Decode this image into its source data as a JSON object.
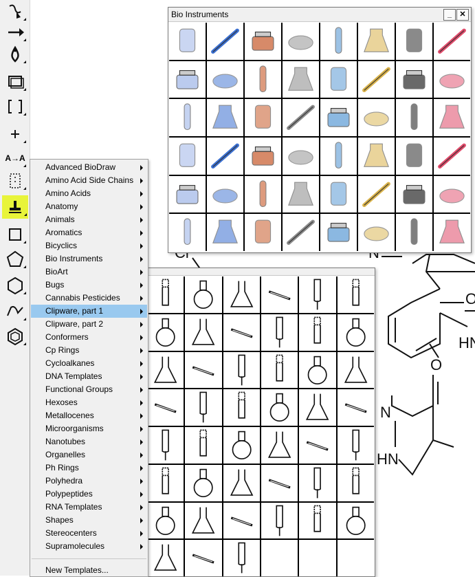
{
  "toolbar": {
    "tools": [
      {
        "name": "lasso-pen-icon",
        "glyph": "pen"
      },
      {
        "name": "arrow-icon",
        "glyph": "arrow"
      },
      {
        "name": "lone-pair-icon",
        "glyph": "drop"
      },
      {
        "name": "rectangle-icon",
        "glyph": "rect"
      },
      {
        "name": "brackets-icon",
        "glyph": "brackets"
      },
      {
        "name": "plus-icon",
        "glyph": "plus"
      },
      {
        "name": "text-tool-icon",
        "glyph": "text",
        "text": "A→A"
      },
      {
        "name": "dotted-rect-icon",
        "glyph": "dotted"
      },
      {
        "name": "template-stamp-icon",
        "glyph": "stamp"
      },
      {
        "name": "square-ring-icon",
        "glyph": "square"
      },
      {
        "name": "pentagon-ring-icon",
        "glyph": "pentagon"
      },
      {
        "name": "hexagon-ring-icon",
        "glyph": "hexagon"
      },
      {
        "name": "curve-icon",
        "glyph": "curve"
      },
      {
        "name": "benzene-icon",
        "glyph": "benzene"
      }
    ],
    "active_index": 8
  },
  "menu": {
    "items": [
      "Advanced BioDraw",
      "Amino Acid Side Chains",
      "Amino Acids",
      "Anatomy",
      "Animals",
      "Aromatics",
      "Bicyclics",
      "Bio Instruments",
      "BioArt",
      "Bugs",
      "Cannabis Pesticides",
      "Clipware, part 1",
      "Clipware, part 2",
      "Conformers",
      "Cp Rings",
      "Cycloalkanes",
      "DNA Templates",
      "Functional Groups",
      "Hexoses",
      "Metallocenes",
      "Microorganisms",
      "Nanotubes",
      "Organelles",
      "Ph Rings",
      "Polyhedra",
      "Polypeptides",
      "RNA Templates",
      "Shapes",
      "Stereocenters",
      "Supramolecules"
    ],
    "highlighted_index": 11,
    "footer": "New Templates..."
  },
  "bio_window": {
    "title": "Bio Instruments",
    "minimize": "_",
    "close": "✕",
    "icons": [
      "beaker-icon",
      "syringe-icon",
      "dropper-icon",
      "pipette-icon",
      "scissors-clamp-icon",
      "mortar-pestle-icon",
      "fume-mask-icon",
      "balance-icon",
      "test-tube-rack-icon",
      "colored-test-tubes-icon",
      "test-tube-icon",
      "blue-test-tube-icon",
      "microscope-icon",
      "bunsen-burner-icon",
      "alcohol-burner-icon",
      "wash-bottle-icon",
      "well-plate-icon",
      "microplate-icon",
      "serological-pipette-icon",
      "safety-goggles-icon",
      "tube-rack-icon",
      "petri-dish-icon",
      "colony-dish-icon",
      "petri-culture-icon",
      "micropipette-icon",
      "multichannel-pipette-icon",
      "gel-electrophoresis-icon",
      "pipette-stand-icon",
      "gloved-hand-icon",
      "glove-icon",
      "graduated-cylinder-icon",
      "filter-funnel-icon",
      "desiccator-icon",
      "microtube-icon",
      "forceps-icon",
      "specimen-jar-icon",
      "respirator-icon",
      "magnifying-glass-icon",
      "moisture-analyzer-icon",
      "erlenmeyer-flask-icon",
      "dissecting-scissors-icon",
      "power-supply-icon",
      "spectrophotometer-icon",
      "hot-plate-icon",
      "thermometer-icon",
      "scalpel-icon",
      "incubator-icon",
      "lab-notebook-icon"
    ]
  },
  "clip_window": {
    "icons": [
      "adapter-icon",
      "adapter-straight-icon",
      "adapter-bent-icon",
      "vacuum-adapter-icon",
      "claisen-adapter-icon",
      "three-way-adapter-icon",
      "bent-adapter-icon",
      "distillation-head-icon",
      "angled-adapter-icon",
      "elbow-adapter-icon",
      "thermometer-adapter-icon",
      "claisen-head-icon",
      "three-neck-flask-icon",
      "two-neck-flask-icon",
      "round-bottom-flask-icon",
      "round-flask-small-icon",
      "round-flask-neck-icon",
      "volumetric-round-icon",
      "erlenmeyer-joint-icon",
      "erlenmeyer-plain-icon",
      "lab-beaker-icon",
      "graduated-cylinder-tall-icon",
      "volumetric-flask-icon",
      "round-joint-flask-icon",
      "separatory-funnel-icon",
      "addition-funnel-icon",
      "filter-crucible-icon",
      "condenser-icon",
      "liebig-condenser-icon",
      "burette-icon",
      "dean-stark-icon",
      "manifold-icon",
      "drying-tube-icon",
      "buchner-funnel-icon",
      "fractional-column-icon",
      "reflux-condenser-icon",
      "ring-stand-icon",
      "clamp-icon",
      "heating-mantle-icon",
      "thermometer-probe-icon",
      "graduated-tube-icon",
      "long-burette-icon",
      "gas-tap-icon",
      "bubbler-icon",
      "bent-tube-icon",
      "empty-slot-icon",
      "empty-slot-icon",
      "empty-slot-icon"
    ]
  },
  "canvas": {
    "labels": [
      "Cl",
      "N",
      "O",
      "N",
      "HN",
      "O",
      "HN"
    ]
  }
}
